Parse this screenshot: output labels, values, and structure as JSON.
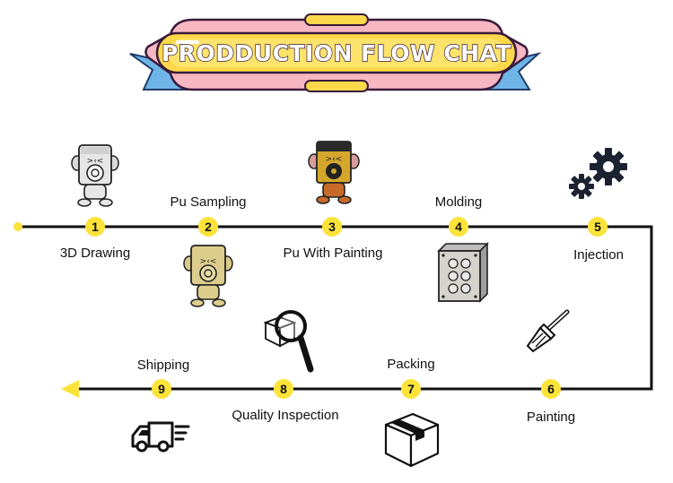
{
  "title": "PRODDUCTION FLOW CHAT",
  "colors": {
    "banner_pink": "#f7b7c2",
    "banner_blue": "#6fb4e6",
    "banner_yellow": "#fcd94a",
    "marker_yellow": "#fbe33a",
    "line": "#111111"
  },
  "steps": [
    {
      "number": "1",
      "label": "3D Drawing",
      "icon": "robot-gray-icon"
    },
    {
      "number": "2",
      "label": "Pu Sampling",
      "icon": "robot-beige-icon"
    },
    {
      "number": "3",
      "label": "Pu With Painting",
      "icon": "robot-painted-icon"
    },
    {
      "number": "4",
      "label": "Molding",
      "icon": "mold-icon"
    },
    {
      "number": "5",
      "label": "Injection",
      "icon": "gears-icon"
    },
    {
      "number": "6",
      "label": "Painting",
      "icon": "paintbrush-icon"
    },
    {
      "number": "7",
      "label": "Packing",
      "icon": "box-icon"
    },
    {
      "number": "8",
      "label": "Quality Inspection",
      "icon": "magnifier-box-icon"
    },
    {
      "number": "9",
      "label": "Shipping",
      "icon": "truck-icon"
    }
  ]
}
